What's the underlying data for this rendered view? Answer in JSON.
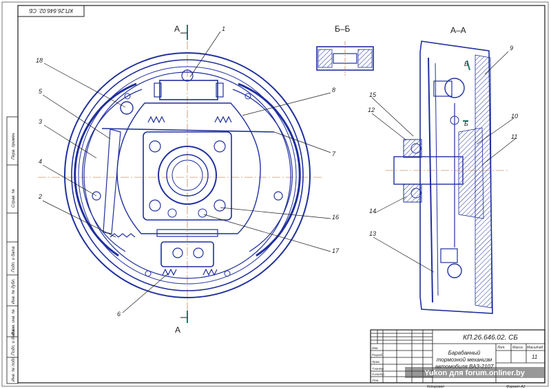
{
  "drawing": {
    "stamp_code": "КП.26.646.02. СБ",
    "section_a_top": "А",
    "section_a_bottom": "А",
    "section_bb_title": "Б–Б",
    "section_aa_title": "А–А",
    "section_b_marker_top": "Б",
    "section_b_marker_bottom": "Б"
  },
  "callouts": [
    "1",
    "2",
    "3",
    "4",
    "5",
    "6",
    "7",
    "8",
    "9",
    "10",
    "11",
    "12",
    "13",
    "14",
    "15",
    "16",
    "17",
    "18"
  ],
  "side_stamp": [
    "Перв. примен.",
    "Справ. №",
    "Подп. и дата",
    "Инв. № дубл.",
    "Взам. инв. №",
    "Подп. и дата",
    "Инв. № подл."
  ],
  "title_block": {
    "code": "КП.26.646.02. СБ",
    "title_line1": "Барабанный",
    "title_line2": "тормозной механизм",
    "title_line3": "автомобиля ВАЗ-2107",
    "sheet_count": "11",
    "col_lit": "Лит.",
    "col_mass": "Масса",
    "col_scale": "Масштаб",
    "row_izm": "Изм.",
    "row_razrab": "Разраб.",
    "row_prov": "Пров.",
    "row_tkontr": "Т.контр.",
    "row_nkontr": "Н.контр.",
    "row_utv": "Утв.",
    "copied": "Копировал",
    "format": "Формат А2"
  },
  "watermark": "Yukon для forum.onliner.by",
  "colors": {
    "line": "#1f2f9e",
    "ink": "#1a1a1a",
    "paper": "#ffffff",
    "hatch": "#1f2f9e"
  }
}
